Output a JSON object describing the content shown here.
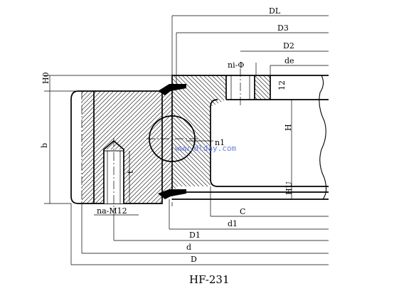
{
  "drawing": {
    "caption": "HF-231",
    "watermark": "www.dlday.com",
    "labels": {
      "DL": "DL",
      "D3": "D3",
      "D2": "D2",
      "de": "de",
      "ni": "ni-Φ",
      "n1": "n1",
      "twelve": "12",
      "H": "H",
      "HU": "HU",
      "H0": "H0",
      "b": "b",
      "t": "t",
      "na": "na-M12",
      "C": "C",
      "d1": "d1",
      "D1": "D1",
      "d": "d",
      "D": "D"
    }
  }
}
